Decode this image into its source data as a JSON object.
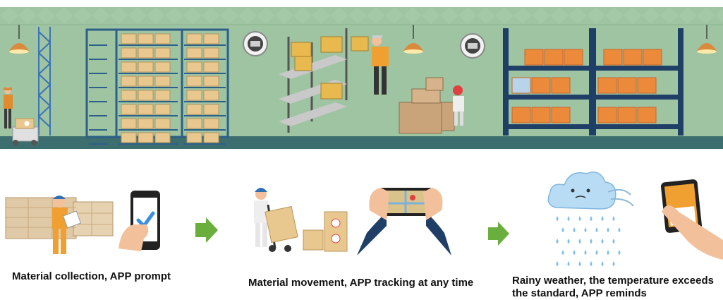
{
  "steps": [
    {
      "caption": "Material collection, APP prompt"
    },
    {
      "caption": "Material movement, APP tracking at any time"
    },
    {
      "caption": "Rainy weather, the temperature exceeds the standard, APP reminds"
    }
  ],
  "colors": {
    "wall": "#9fc4a2",
    "floor": "#3d6e6f",
    "diamond": "#a3c9a6",
    "box": "#e9c88f",
    "orange_box": "#ec8a3c",
    "rack_blue": "#1f3f66",
    "arrow": "#6aae3e",
    "cloud": "#b9dcf5",
    "rain": "#7fbde8"
  },
  "icons": [
    "pendant-lamp-icon",
    "thermometer-icon",
    "forklift-worker-icon",
    "phone-check-icon",
    "handcart-worker-icon",
    "phone-map-icon",
    "cloud-rain-icon",
    "phone-weather-icon",
    "step-arrow-icon"
  ]
}
